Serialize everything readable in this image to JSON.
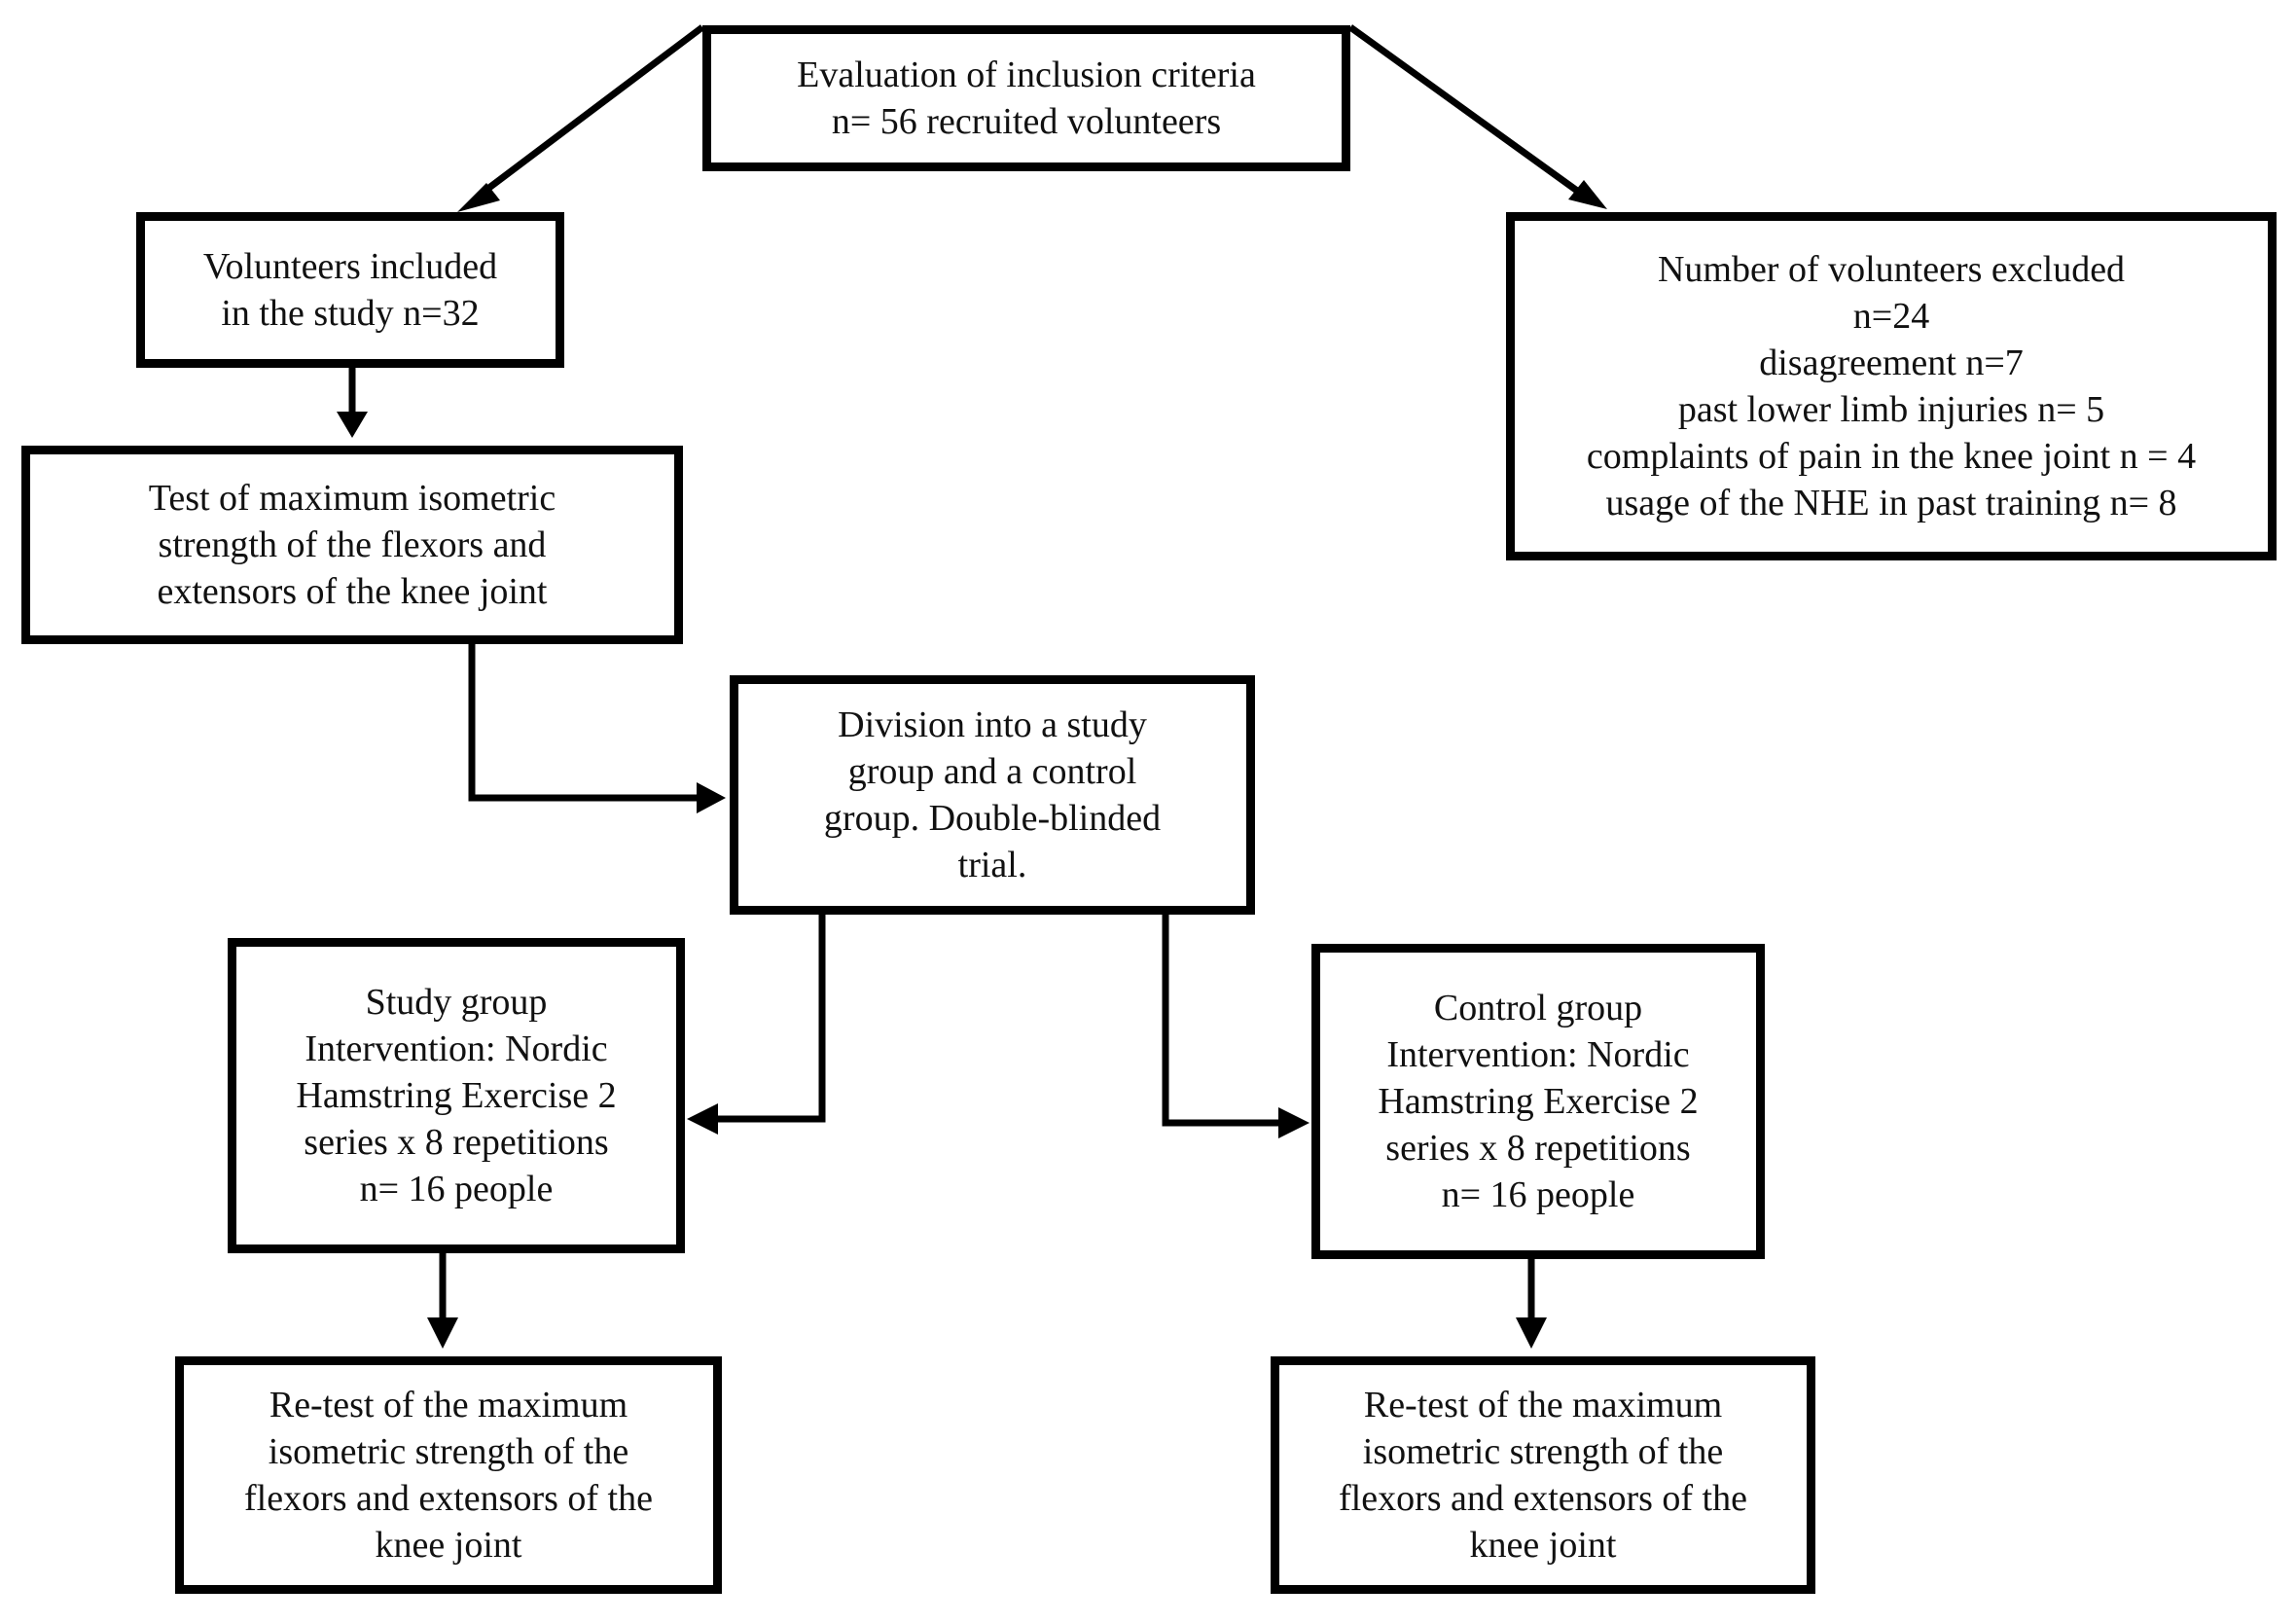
{
  "diagram": {
    "evaluation": {
      "lines": [
        "Evaluation of inclusion criteria",
        "n= 56 recruited volunteers"
      ]
    },
    "included": {
      "lines": [
        "Volunteers included",
        "in the study n=32"
      ]
    },
    "excluded": {
      "lines": [
        "Number of volunteers excluded",
        "n=24",
        "disagreement n=7",
        "past lower limb injuries n= 5",
        "complaints of pain in the knee joint n = 4",
        "usage of the NHE in past training n= 8"
      ]
    },
    "test": {
      "lines": [
        "Test of maximum isometric",
        "strength of the flexors and",
        "extensors of the knee joint"
      ]
    },
    "division": {
      "lines": [
        "Division into a study",
        "group and a control",
        "group. Double-blinded",
        "trial."
      ]
    },
    "study_group": {
      "lines": [
        "Study group",
        "Intervention: Nordic",
        "Hamstring Exercise 2",
        "series x 8 repetitions",
        "n= 16 people"
      ]
    },
    "control_group": {
      "lines": [
        "Control group",
        "Intervention: Nordic",
        "Hamstring Exercise 2",
        "series x 8 repetitions",
        "n= 16 people"
      ]
    },
    "retest_study": {
      "lines": [
        "Re-test of the maximum",
        "isometric strength of the",
        "flexors and extensors of the",
        "knee joint"
      ]
    },
    "retest_control": {
      "lines": [
        "Re-test of the maximum",
        "isometric strength of the",
        "flexors and extensors of the",
        "knee joint"
      ]
    }
  }
}
